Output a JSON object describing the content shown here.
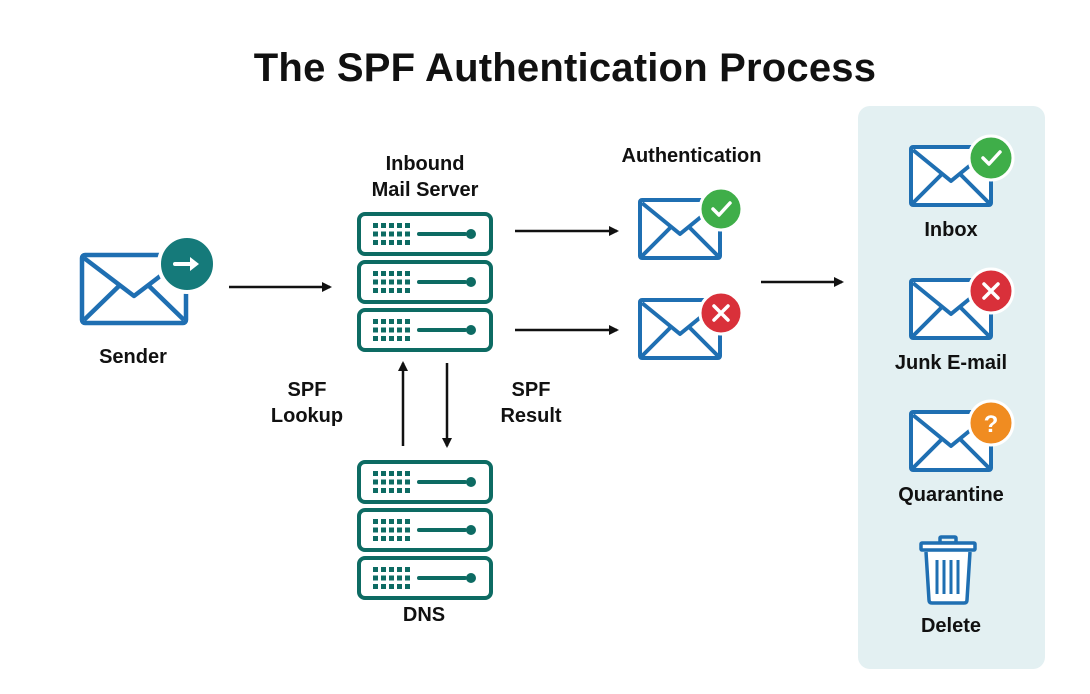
{
  "title": "The SPF Authentication Process",
  "nodes": {
    "sender": {
      "label": "Sender",
      "icon": "envelope-arrow-icon"
    },
    "inbound": {
      "label_line1": "Inbound",
      "label_line2": "Mail Server",
      "icon": "server-icon"
    },
    "dns": {
      "label": "DNS",
      "icon": "server-icon"
    },
    "authentication": {
      "label": "Authentication"
    }
  },
  "edges": {
    "spf_lookup": {
      "line1": "SPF",
      "line2": "Lookup"
    },
    "spf_result": {
      "line1": "SPF",
      "line2": "Result"
    }
  },
  "outcomes": [
    {
      "label": "Inbox",
      "icon": "envelope-check-icon",
      "badge_color": "#3fae49"
    },
    {
      "label": "Junk E-mail",
      "icon": "envelope-x-icon",
      "badge_color": "#d9303a"
    },
    {
      "label": "Quarantine",
      "icon": "envelope-question-icon",
      "badge_color": "#f08c21"
    },
    {
      "label": "Delete",
      "icon": "trash-icon"
    }
  ],
  "colors": {
    "envelope": "#1f6fb2",
    "server": "#0d6b63",
    "arrow": "#111111",
    "accent": "#157a7a",
    "check": "#3fae49",
    "cross": "#d9303a",
    "question": "#f08c21",
    "panel": "#e3f0f2"
  }
}
